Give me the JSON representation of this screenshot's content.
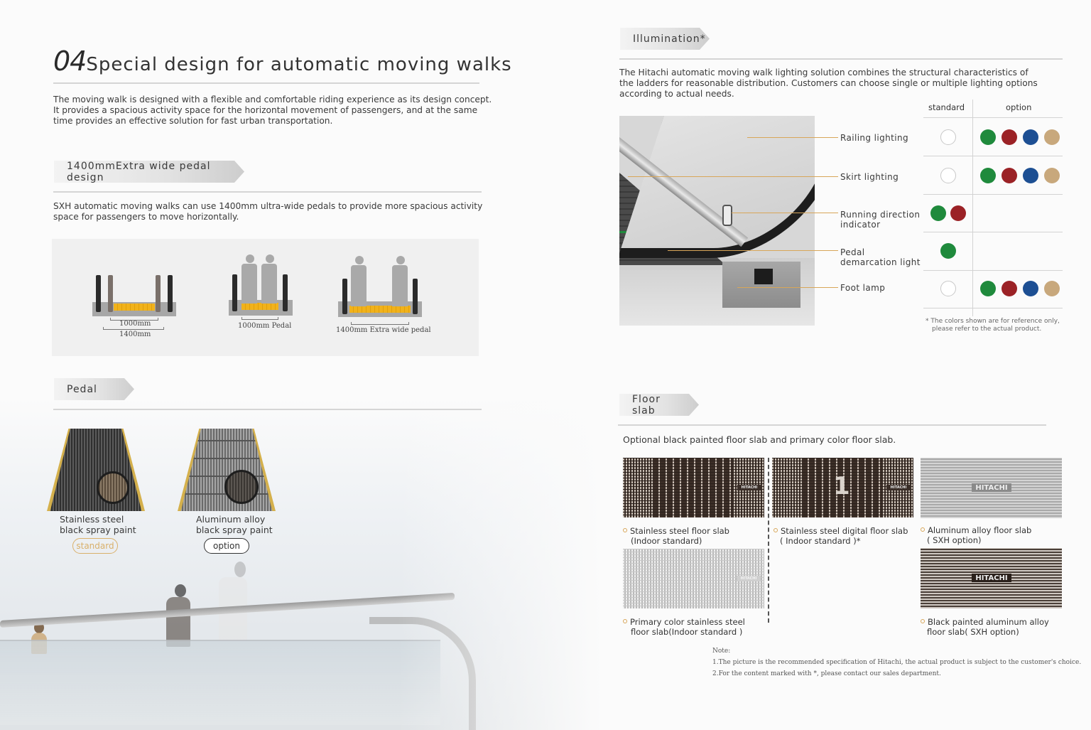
{
  "left": {
    "title": {
      "number": "04",
      "text": "Special design for automatic moving walks"
    },
    "intro": [
      "The moving walk is designed with a flexible and comfortable riding experience as its design concept.",
      "It provides a spacious activity space for the horizontal movement of passengers, and at the same",
      "time provides an effective solution for fast urban transportation."
    ],
    "wide_pedal": {
      "tab": "1400mmExtra wide pedal design",
      "description": [
        "SXH automatic moving walks can use 1400mm ultra-wide pedals to provide more spacious activity",
        "space for passengers to move horizontally."
      ],
      "diagrams": [
        {
          "caption_top": "1000mm",
          "caption_bottom": "1400mm"
        },
        {
          "caption": "1000mm Pedal"
        },
        {
          "caption": "1400mm Extra wide pedal"
        }
      ]
    },
    "pedal": {
      "tab": "Pedal",
      "items": [
        {
          "line1": "Stainless steel",
          "line2": "black spray paint",
          "badge": "standard"
        },
        {
          "line1": "Aluminum alloy",
          "line2": "black spray paint",
          "badge": "option"
        }
      ]
    }
  },
  "right": {
    "illumination": {
      "tab": "Illumination*",
      "description": [
        "The Hitachi automatic moving walk lighting solution combines the structural characteristics of",
        "the ladders for reasonable distribution. Customers can choose single or multiple lighting options",
        "according to actual needs."
      ],
      "columns": {
        "standard": "standard",
        "option": "option"
      },
      "rows": [
        {
          "label": [
            "Railing lighting"
          ],
          "standard": [
            "empty"
          ],
          "option": [
            "green",
            "red",
            "blue",
            "tan"
          ]
        },
        {
          "label": [
            "Skirt lighting"
          ],
          "standard": [
            "empty"
          ],
          "option": [
            "green",
            "red",
            "blue",
            "tan"
          ]
        },
        {
          "label": [
            "Running direction",
            "indicator"
          ],
          "standard": [
            "green",
            "red"
          ],
          "option": []
        },
        {
          "label": [
            "Pedal",
            "demarcation light"
          ],
          "standard": [
            "green"
          ],
          "option": []
        },
        {
          "label": [
            "Foot lamp"
          ],
          "standard": [
            "empty"
          ],
          "option": [
            "green",
            "red",
            "blue",
            "tan"
          ]
        }
      ],
      "colors": {
        "green": "#1f8a3c",
        "red": "#9b2226",
        "blue": "#1d4f93",
        "tan": "#c8a87c",
        "leader": "#d8a659"
      },
      "footnote": [
        "* The colors shown are for reference only,",
        "please refer to the actual product."
      ]
    },
    "floor_slab": {
      "tab": "Floor slab",
      "description": "Optional black painted floor slab and primary color floor slab.",
      "items": [
        {
          "line1": "Stainless steel floor slab",
          "line2": "(Indoor standard)",
          "logo": "HITACHI"
        },
        {
          "line1": "Stainless steel digital floor slab",
          "line2": "( Indoor standard )*",
          "logo": "HITACHI",
          "digit": "1"
        },
        {
          "line1": "Aluminum alloy floor slab",
          "line2": "( SXH option)",
          "logo": "HITACHI"
        },
        {
          "line1": "Primary color stainless steel",
          "line2": "floor slab(Indoor standard )",
          "logo": "HITACHI"
        },
        {
          "line1": "Black painted aluminum alloy",
          "line2": "floor slab( SXH option)",
          "logo": "HITACHI"
        }
      ],
      "note": {
        "title": "Note:",
        "lines": [
          "1.The picture is the recommended specification of Hitachi, the actual product is subject to the customer's choice.",
          "2.For the content marked with *, please contact our sales department."
        ]
      }
    }
  }
}
